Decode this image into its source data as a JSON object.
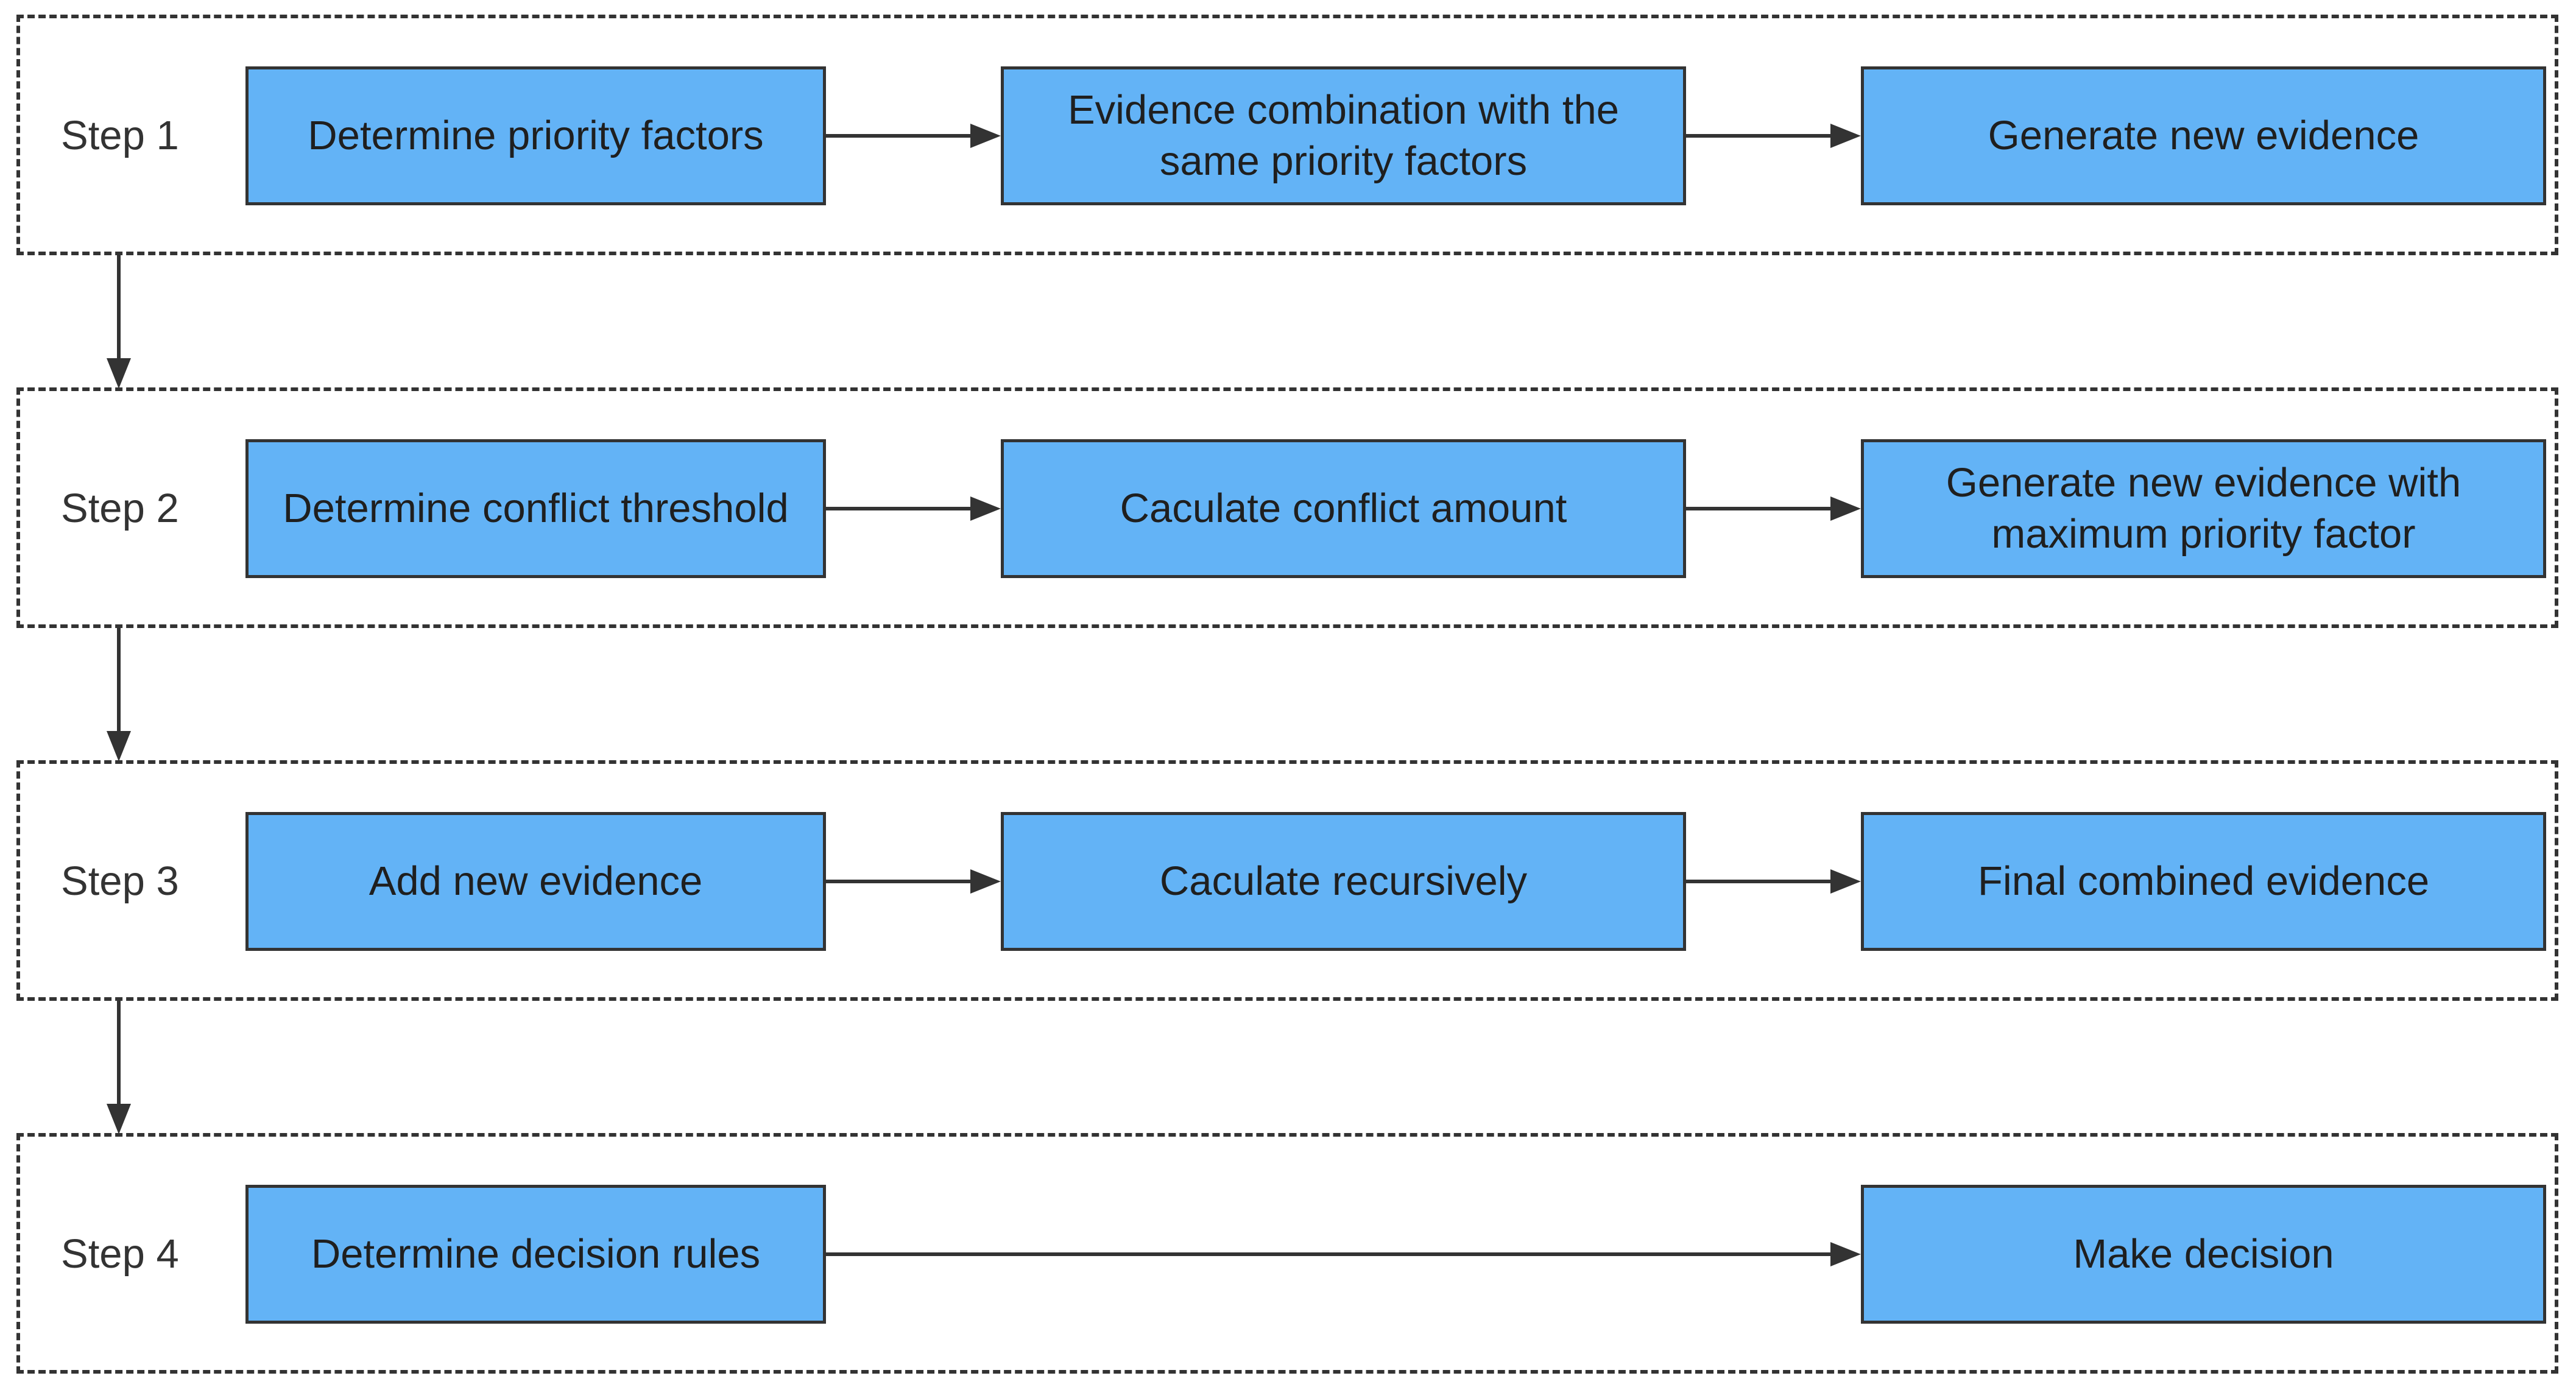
{
  "colors": {
    "node_fill": "#63b3f6",
    "stroke": "#333333"
  },
  "steps": [
    {
      "label": "Step 1",
      "nodes": [
        "Determine priority factors",
        "Evidence combination with the same priority factors",
        "Generate new evidence"
      ]
    },
    {
      "label": "Step 2",
      "nodes": [
        "Determine conflict threshold",
        "Caculate conflict amount",
        "Generate new evidence with maximum priority factor"
      ]
    },
    {
      "label": "Step 3",
      "nodes": [
        "Add new evidence",
        "Caculate recursively",
        "Final combined evidence"
      ]
    },
    {
      "label": "Step 4",
      "nodes": [
        "Determine decision rules",
        "Make decision"
      ]
    }
  ]
}
